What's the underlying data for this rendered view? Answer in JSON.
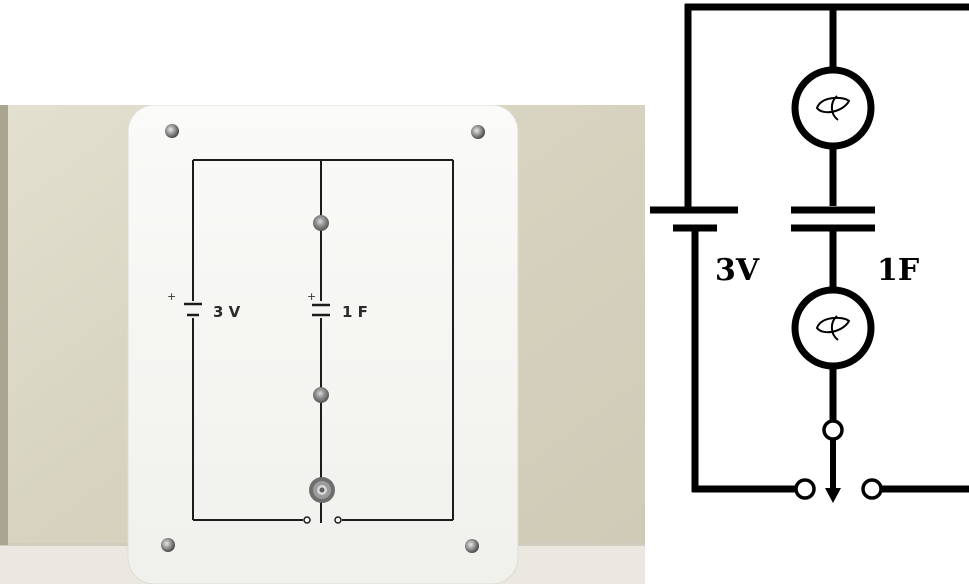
{
  "photo": {
    "battery_label": "3 V",
    "battery_polarity": "+",
    "capacitor_label": "1 F",
    "capacitor_polarity": "+"
  },
  "schematic": {
    "battery_label": "3V",
    "capacitor_label": "1F"
  },
  "colors": {
    "wall": "#d9d5c4",
    "shelf": "#ece9e2",
    "board": "#f6f6f4",
    "trace": "#1c1c1c",
    "schematic_line": "#000000"
  },
  "components": {
    "battery": "battery-symbol",
    "capacitor": "capacitor-symbol",
    "bulbs": [
      "bulb-symbol",
      "bulb-symbol"
    ],
    "switch": "switch-symbol",
    "screws": [
      "screw-icon",
      "screw-icon",
      "screw-icon",
      "screw-icon"
    ]
  }
}
